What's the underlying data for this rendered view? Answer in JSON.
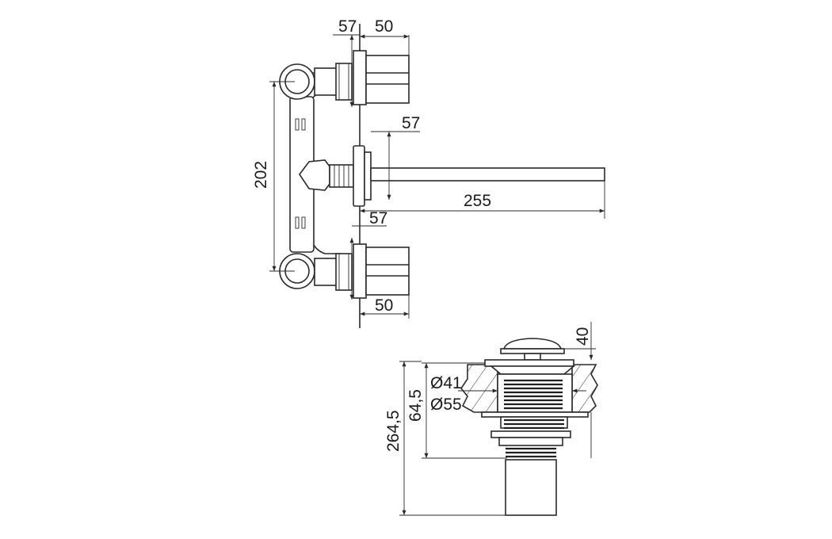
{
  "top_view": {
    "dim_top_small": "57",
    "dim_top_width": "50",
    "dim_spout_small": "57",
    "dim_spout_length": "255",
    "dim_height": "202",
    "dim_bottom_small": "57",
    "dim_bottom_width": "50"
  },
  "drain_view": {
    "dim_cap": "40",
    "dim_inner_diameter": "Ø41",
    "dim_outer_diameter": "Ø55",
    "dim_mid_height": "64,5",
    "dim_total_height": "264,5"
  },
  "colors": {
    "line": "#2a2a2a",
    "background": "#ffffff",
    "thread": "#1f1f1f"
  }
}
